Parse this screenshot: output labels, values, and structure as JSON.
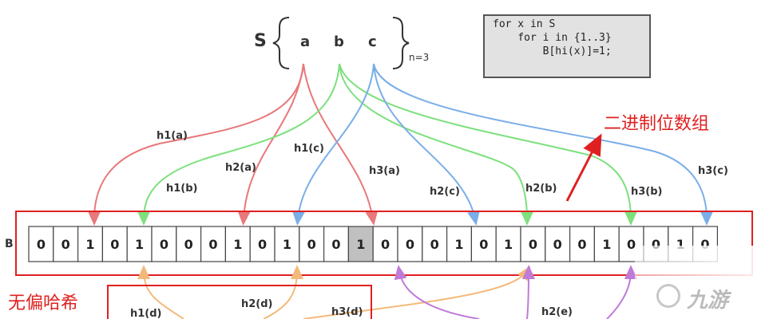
{
  "set": {
    "name": "S",
    "elements": [
      "a",
      "b",
      "c"
    ],
    "count_label": "n=3"
  },
  "code": {
    "lines": [
      "for x in S",
      "    for i in {1..3}",
      "        B[hi(x)]=1;"
    ]
  },
  "labels": {
    "bit_array": "二进制位数组",
    "unbiased_hash": "无偏哈希"
  },
  "bits": [
    "0",
    "0",
    "1",
    "0",
    "1",
    "0",
    "0",
    "0",
    "1",
    "0",
    "1",
    "0",
    "0",
    "1",
    "0",
    "0",
    "0",
    "1",
    "0",
    "1",
    "0",
    "0",
    "0",
    "1",
    "0",
    "0",
    "1",
    "0"
  ],
  "array_prefix": "B",
  "highlight_index": 13,
  "arrow_labels": {
    "h1a": "h1(a)",
    "h2a": "h2(a)",
    "h3a": "h3(a)",
    "h1b": "h1(b)",
    "h2b": "h2(b)",
    "h3b": "h3(b)",
    "h1c": "h1(c)",
    "h2c": "h2(c)",
    "h3c": "h3(c)",
    "h1d": "h1(d)",
    "h2d": "h2(d)",
    "h3d": "h3(d)",
    "h2e": "h2(e)"
  },
  "colors": {
    "a": "#e8787a",
    "b": "#7de07d",
    "c": "#7aaee8",
    "d": "#f4b97a",
    "e": "#c07ad8",
    "frame": "#e02020",
    "highlight": "#c0c0c0"
  },
  "watermark": {
    "text": "九游",
    "icon": "swirl-logo-icon"
  }
}
